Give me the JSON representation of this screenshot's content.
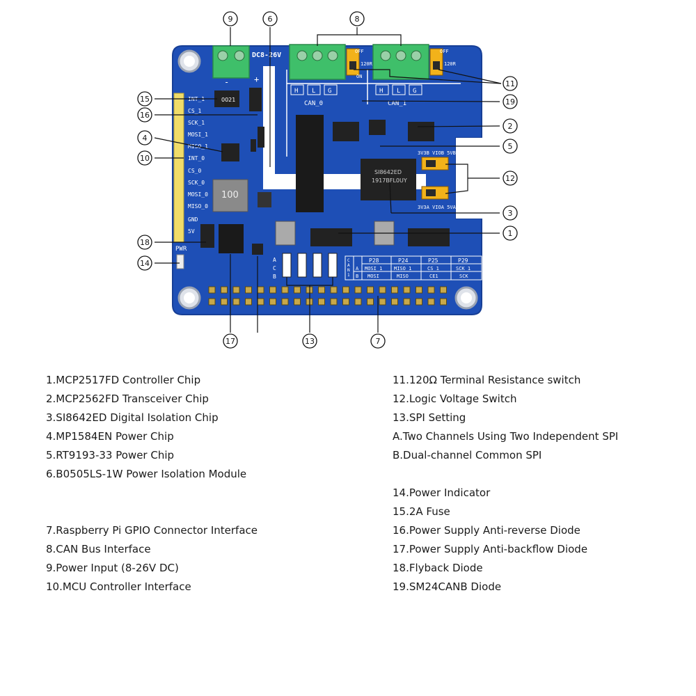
{
  "board": {
    "input_label": "DC8-26V",
    "minus": "-",
    "plus": "+",
    "can0": "CAN_0",
    "can1": "CAN_1",
    "can_pins": [
      "H",
      "L",
      "G"
    ],
    "off": "OFF",
    "r120": "120R",
    "on": "ON",
    "mcu_pins": [
      "INT_1",
      "CS_1",
      "SCK_1",
      "MOSI_1",
      "MISO_1",
      "INT_0",
      "CS_0",
      "SCK_0",
      "MOSI_0",
      "MISO_0",
      "GND",
      "5V"
    ],
    "pwr": "PWR",
    "fuse_mark": "0021",
    "inductor_mark": "100",
    "iso_chip_line1": "SI8642ED",
    "iso_chip_line2": "1917BFL0UY",
    "logic_top": "3V3B VIOB 5VB",
    "logic_bottom": "3V3A VIOA 5VA",
    "spi_side": [
      "A",
      "C",
      "B"
    ],
    "spi_table_header": [
      "P28",
      "P24",
      "P25",
      "P29"
    ],
    "spi_table_rowA": [
      "MOSI_1",
      "MISO_1",
      "CS_1",
      "SCK_1"
    ],
    "spi_table_rowB": [
      "MOSI",
      "MISO",
      "CE1",
      "SCK"
    ],
    "spi_table_side": [
      "C",
      "A",
      "N",
      "1"
    ]
  },
  "callouts": [
    "1",
    "2",
    "3",
    "4",
    "5",
    "6",
    "7",
    "8",
    "9",
    "10",
    "11",
    "12",
    "13",
    "14",
    "15",
    "16",
    "17",
    "18",
    "19"
  ],
  "legend_left": [
    "1.MCP2517FD Controller Chip",
    "2.MCP2562FD Transceiver Chip",
    "3.SI8642ED Digital Isolation Chip",
    "4.MP1584EN Power Chip",
    "5.RT9193-33 Power Chip",
    "6.B0505LS-1W Power Isolation Module",
    "7.Raspberry Pi GPIO Connector Interface",
    "8.CAN Bus Interface",
    "9.Power Input (8-26V DC)",
    "10.MCU Controller Interface"
  ],
  "legend_right": [
    "11.120Ω   Terminal Resistance switch",
    "12.Logic Voltage Switch",
    "13.SPI Setting",
    "A.Two Channels Using Two Independent SPI",
    "B.Dual-channel Common SPI",
    "14.Power Indicator",
    "15.2A Fuse",
    "16.Power Supply Anti-reverse Diode",
    "17.Power Supply Anti-backflow Diode",
    "18.Flyback Diode",
    "19.SM24CANB Diode"
  ],
  "colors": {
    "pcb": "#1e4fb6",
    "pcb_dark": "#173f96",
    "terminal": "#3fbf6a",
    "jumper": "#f2b21a",
    "header": "#f0dc6a",
    "chip": "#222222",
    "hole": "#dfe3ea"
  }
}
